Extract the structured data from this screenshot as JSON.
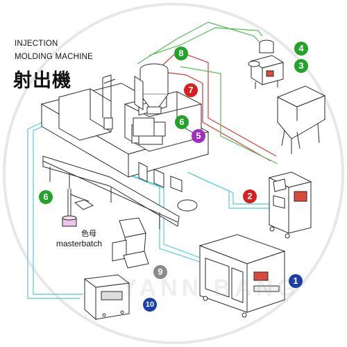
{
  "title": {
    "line1": "INJECTION",
    "line2": "MOLDING MACHINE",
    "cn": "射出機"
  },
  "watermark": "YANN BANG",
  "masterbatch": {
    "cn": "色母",
    "en": "masterbatch"
  },
  "badges": [
    {
      "label": "1",
      "color": "#1b3fa8"
    },
    {
      "label": "2",
      "color": "#d81f1f"
    },
    {
      "label": "3",
      "color": "#23a32a"
    },
    {
      "label": "4",
      "color": "#23a32a"
    },
    {
      "label": "5",
      "color": "#a02dbf"
    },
    {
      "label": "6",
      "color": "#23a32a"
    },
    {
      "label": "6",
      "color": "#23a32a"
    },
    {
      "label": "7",
      "color": "#d81f1f"
    },
    {
      "label": "8",
      "color": "#23a32a"
    },
    {
      "label": "9",
      "color": "#8a8a8a"
    },
    {
      "label": "10",
      "color": "#1b3fa8"
    }
  ],
  "line_colors": {
    "water": "#6fd0e0",
    "air": "#d83a3a",
    "material": "#4fbf4f",
    "outline": "#2a2a2a"
  }
}
